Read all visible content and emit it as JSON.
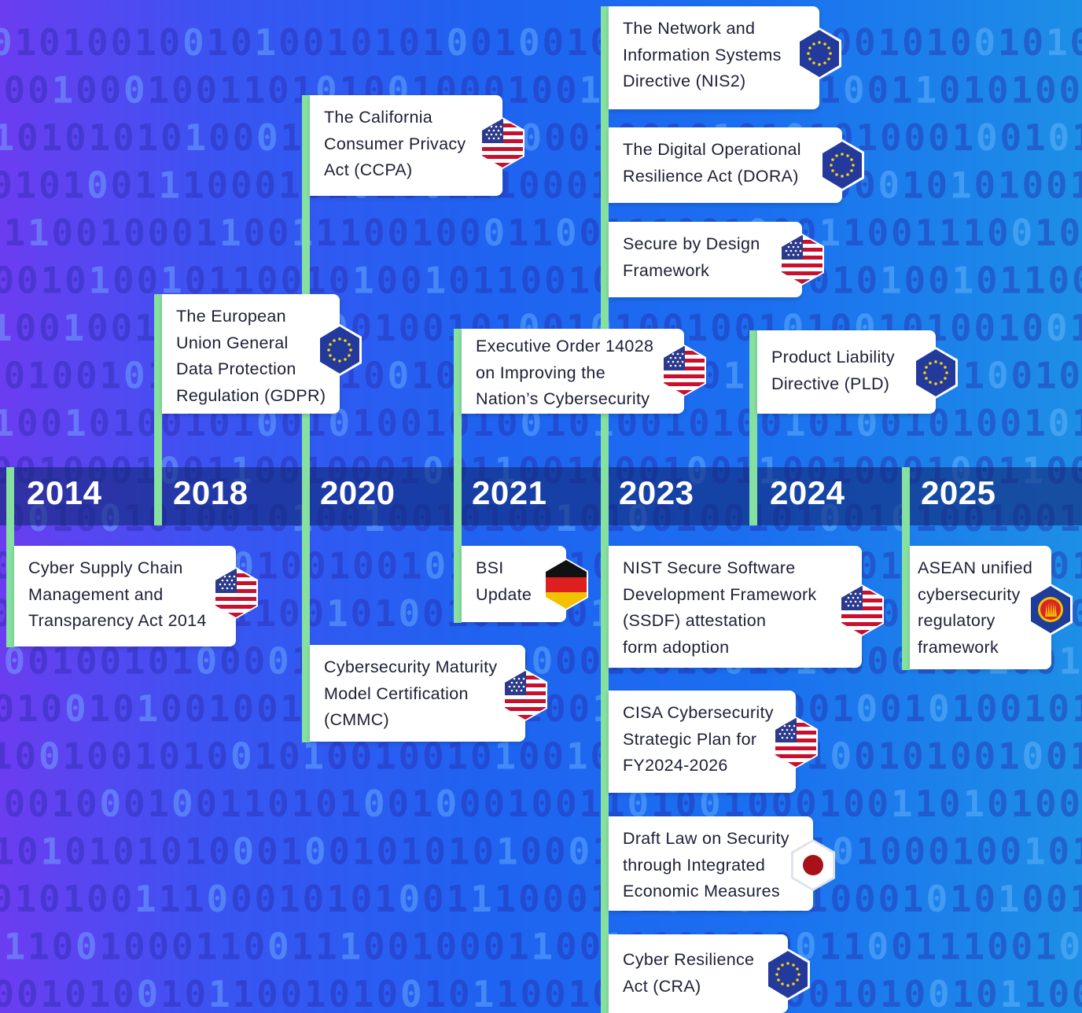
{
  "background": {
    "pattern": "binary-digits",
    "rows": [
      "0101001001010010101001001010010100100101001010010100100",
      "1001000100110101001000100110100100010011010100100010011",
      "0101010101000100101010100010010101010100010010101010100",
      "0101001110001010100111000101010011100010101001110001010",
      "1110010001100111001000110011100100011001110010001100111",
      "0001010010110010100101100101001011001010010110010100101",
      "1001001010010100100101001010010010100101001001010010100",
      "1010010100100101001010010010100101001001010010100100101",
      "0100101001010010100101001010010100101001010010100101001",
      "0010001001100100010011001000100110010001001100100010011",
      "1001001010010100100101001010010010100101001001010010100",
      "0010010100101001001010010100100101001010010010100101001",
      "0001010010110010100101100101001011001010010110010100101",
      "1001001010000100100101000010010010100001001001010000100",
      "1010010100100101001010010010100101001001010010100100101",
      "1001001010010100100101001010010010100101001001010010100",
      "1001000100110101001000100110100100010011010100100010011",
      "0101010101000100101010100010010101010100010010101010100",
      "0101001110001010100111000101010011100010101001110001010",
      "1110010001100111001000110011100100011001110010001100111",
      "0001010010110010100101100101001011001010010110010100101"
    ]
  },
  "colors": {
    "accent_line": "#86e0a0",
    "year_band": "#12287a",
    "us_flag": "us-flag-icon",
    "eu_flag": "eu-flag-icon"
  },
  "timeline": {
    "years": [
      "2014",
      "2018",
      "2020",
      "2021",
      "2023",
      "2024",
      "2025"
    ],
    "items": [
      {
        "year": "2014",
        "title": "Cyber Supply Chain\nManagement and\nTransparency Act 2014",
        "flag": "us-flag-icon"
      },
      {
        "year": "2018",
        "title": "The European\nUnion General\nData Protection\nRegulation (GDPR)",
        "flag": "eu-flag-icon"
      },
      {
        "year": "2020",
        "title": "The California\nConsumer Privacy\nAct (CCPA)",
        "flag": "us-flag-icon"
      },
      {
        "year": "2020",
        "title": "Cybersecurity Maturity\nModel Certification\n(CMMC)",
        "flag": "us-flag-icon"
      },
      {
        "year": "2021",
        "title": "Executive Order 14028\non Improving the\nNation’s Cybersecurity",
        "flag": "us-flag-icon"
      },
      {
        "year": "2021",
        "title": "BSI\nUpdate",
        "flag": "germany-flag-icon"
      },
      {
        "year": "2023",
        "title": "The Network and\nInformation Systems\nDirective (NIS2)",
        "flag": "eu-flag-icon"
      },
      {
        "year": "2023",
        "title": "The Digital Operational\nResilience Act (DORA)",
        "flag": "eu-flag-icon"
      },
      {
        "year": "2023",
        "title": "Secure by Design\nFramework",
        "flag": "us-flag-icon"
      },
      {
        "year": "2023",
        "title": "NIST Secure Software\nDevelopment Framework\n(SSDF) attestation\nform adoption",
        "flag": "us-flag-icon"
      },
      {
        "year": "2023",
        "title": "CISA Cybersecurity\nStrategic Plan for\nFY2024-2026",
        "flag": "us-flag-icon"
      },
      {
        "year": "2023",
        "title": "Draft Law on Security\nthrough Integrated\nEconomic Measures",
        "flag": "japan-flag-icon"
      },
      {
        "year": "2023",
        "title": "Cyber Resilience\nAct (CRA)",
        "flag": "eu-flag-icon"
      },
      {
        "year": "2024",
        "title": "Product Liability\nDirective (PLD)",
        "flag": "eu-flag-icon"
      },
      {
        "year": "2025",
        "title": "ASEAN unified\ncybersecurity\nregulatory\nframework",
        "flag": "asean-flag-icon"
      }
    ]
  }
}
